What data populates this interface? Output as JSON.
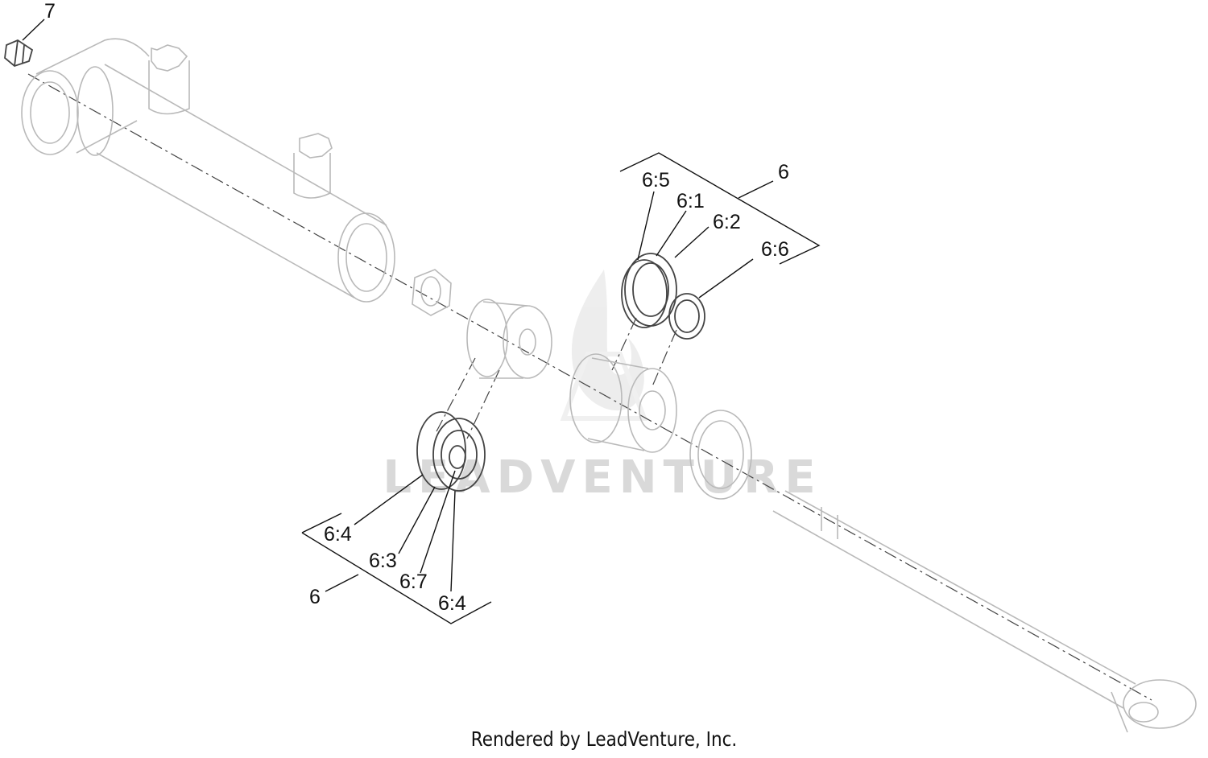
{
  "diagram": {
    "footer": "Rendered by LeadVenture, Inc.",
    "watermark": "LEADVENTURE",
    "callouts": {
      "c7": "7",
      "c6_top": "6",
      "c6_5": "6:5",
      "c6_1": "6:1",
      "c6_2": "6:2",
      "c6_6": "6:6",
      "c6_4_left": "6:4",
      "c6_3": "6:3",
      "c6_7": "6:7",
      "c6_4_right": "6:4",
      "c6_bottom": "6"
    }
  }
}
